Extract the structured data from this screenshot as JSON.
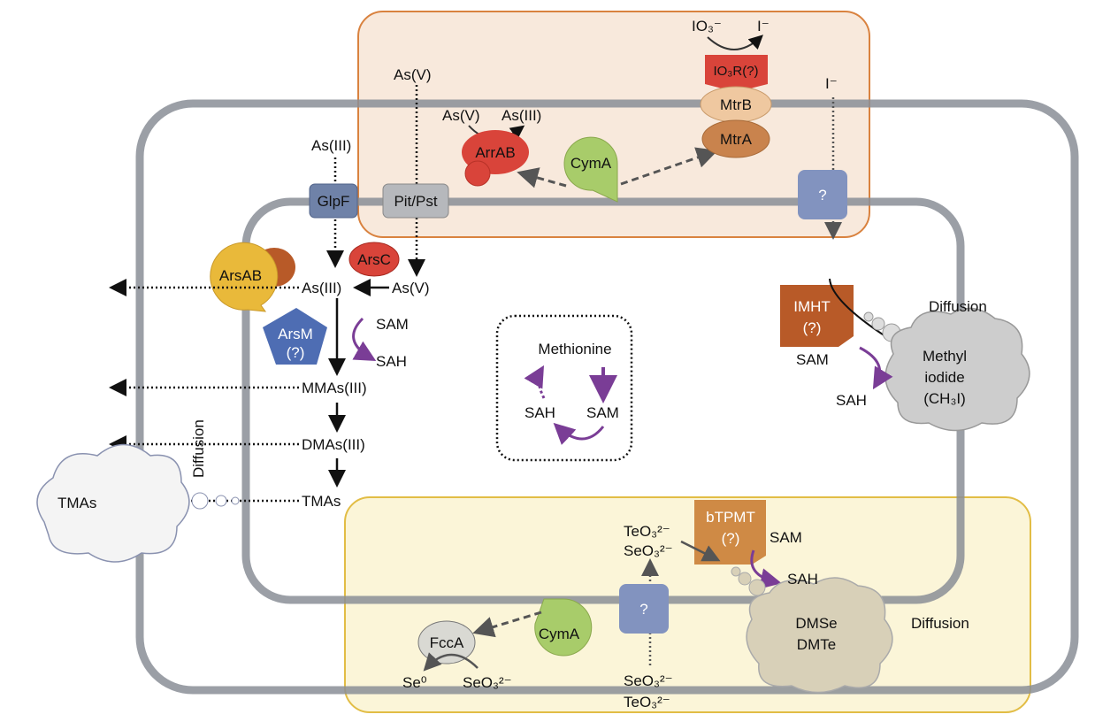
{
  "colors": {
    "periplasm_top": "#f8e9dc",
    "periplasm_top_border": "#d9823f",
    "periplasm_bottom": "#fbf5d8",
    "periplasm_bottom_border": "#e2bd45",
    "membrane": "#8a8e96",
    "arrab": "#d9443a",
    "cyma": "#a8cc6a",
    "mtrb": "#efc8a0",
    "mtra": "#c9834d",
    "arsab": "#e9b93a",
    "arsm": "#4e6db3",
    "methyltransferase": "#b85a28",
    "btpmt": "#cf8a45",
    "sam_arrow": "#7a3d96",
    "unknown_transporter": "#8293bf"
  },
  "top": {
    "as_v": "As(V)",
    "arrab_substrate": "As(V)",
    "arrab_product": "As(III)",
    "arrab": "ArrAB",
    "cyma": "CymA",
    "io3": "IO₃⁻",
    "i_product": "I⁻",
    "io3r": "IO₃R(?)",
    "mtrb": "MtrB",
    "mtra": "MtrA",
    "i_ion": "I⁻",
    "unknown": "?"
  },
  "arsenic": {
    "as_iii_in": "As(III)",
    "glpf": "GlpF",
    "pit_pst": "Pit/Pst",
    "arsc": "ArsC",
    "arsab": "ArsAB",
    "as_iii": "As(III)",
    "as_v": "As(V)",
    "arsm": "ArsM",
    "arsm_q": "(?)",
    "sam": "SAM",
    "sah": "SAH",
    "mmas": "MMAs(III)",
    "dmas": "DMAs(III)",
    "tmas": "TMAs",
    "tmas_out": "TMAs",
    "diffusion": "Diffusion"
  },
  "methionine": {
    "methionine": "Methionine",
    "sah": "SAH",
    "sam": "SAM"
  },
  "iodine": {
    "imht": "IMHT",
    "imht_q": "(?)",
    "sam": "SAM",
    "sah": "SAH",
    "diffusion": "Diffusion",
    "cloud_1": "Methyl",
    "cloud_2": "iodide",
    "cloud_3": "(CH₃I)"
  },
  "bottom": {
    "btpmt": "bTPMT",
    "btpmt_q": "(?)",
    "teo3": "TeO₃²⁻",
    "seo3": "SeO₃²⁻",
    "sam": "SAM",
    "sah": "SAH",
    "dmse": "DMSe",
    "dmte": "DMTe",
    "diffusion": "Diffusion",
    "unknown": "?",
    "seo3_in": "SeO₃²⁻",
    "teo3_in": "TeO₃²⁻",
    "fcca": "FccA",
    "cyma": "CymA",
    "se0": "Se⁰",
    "fcca_substrate": "SeO₃²⁻"
  }
}
